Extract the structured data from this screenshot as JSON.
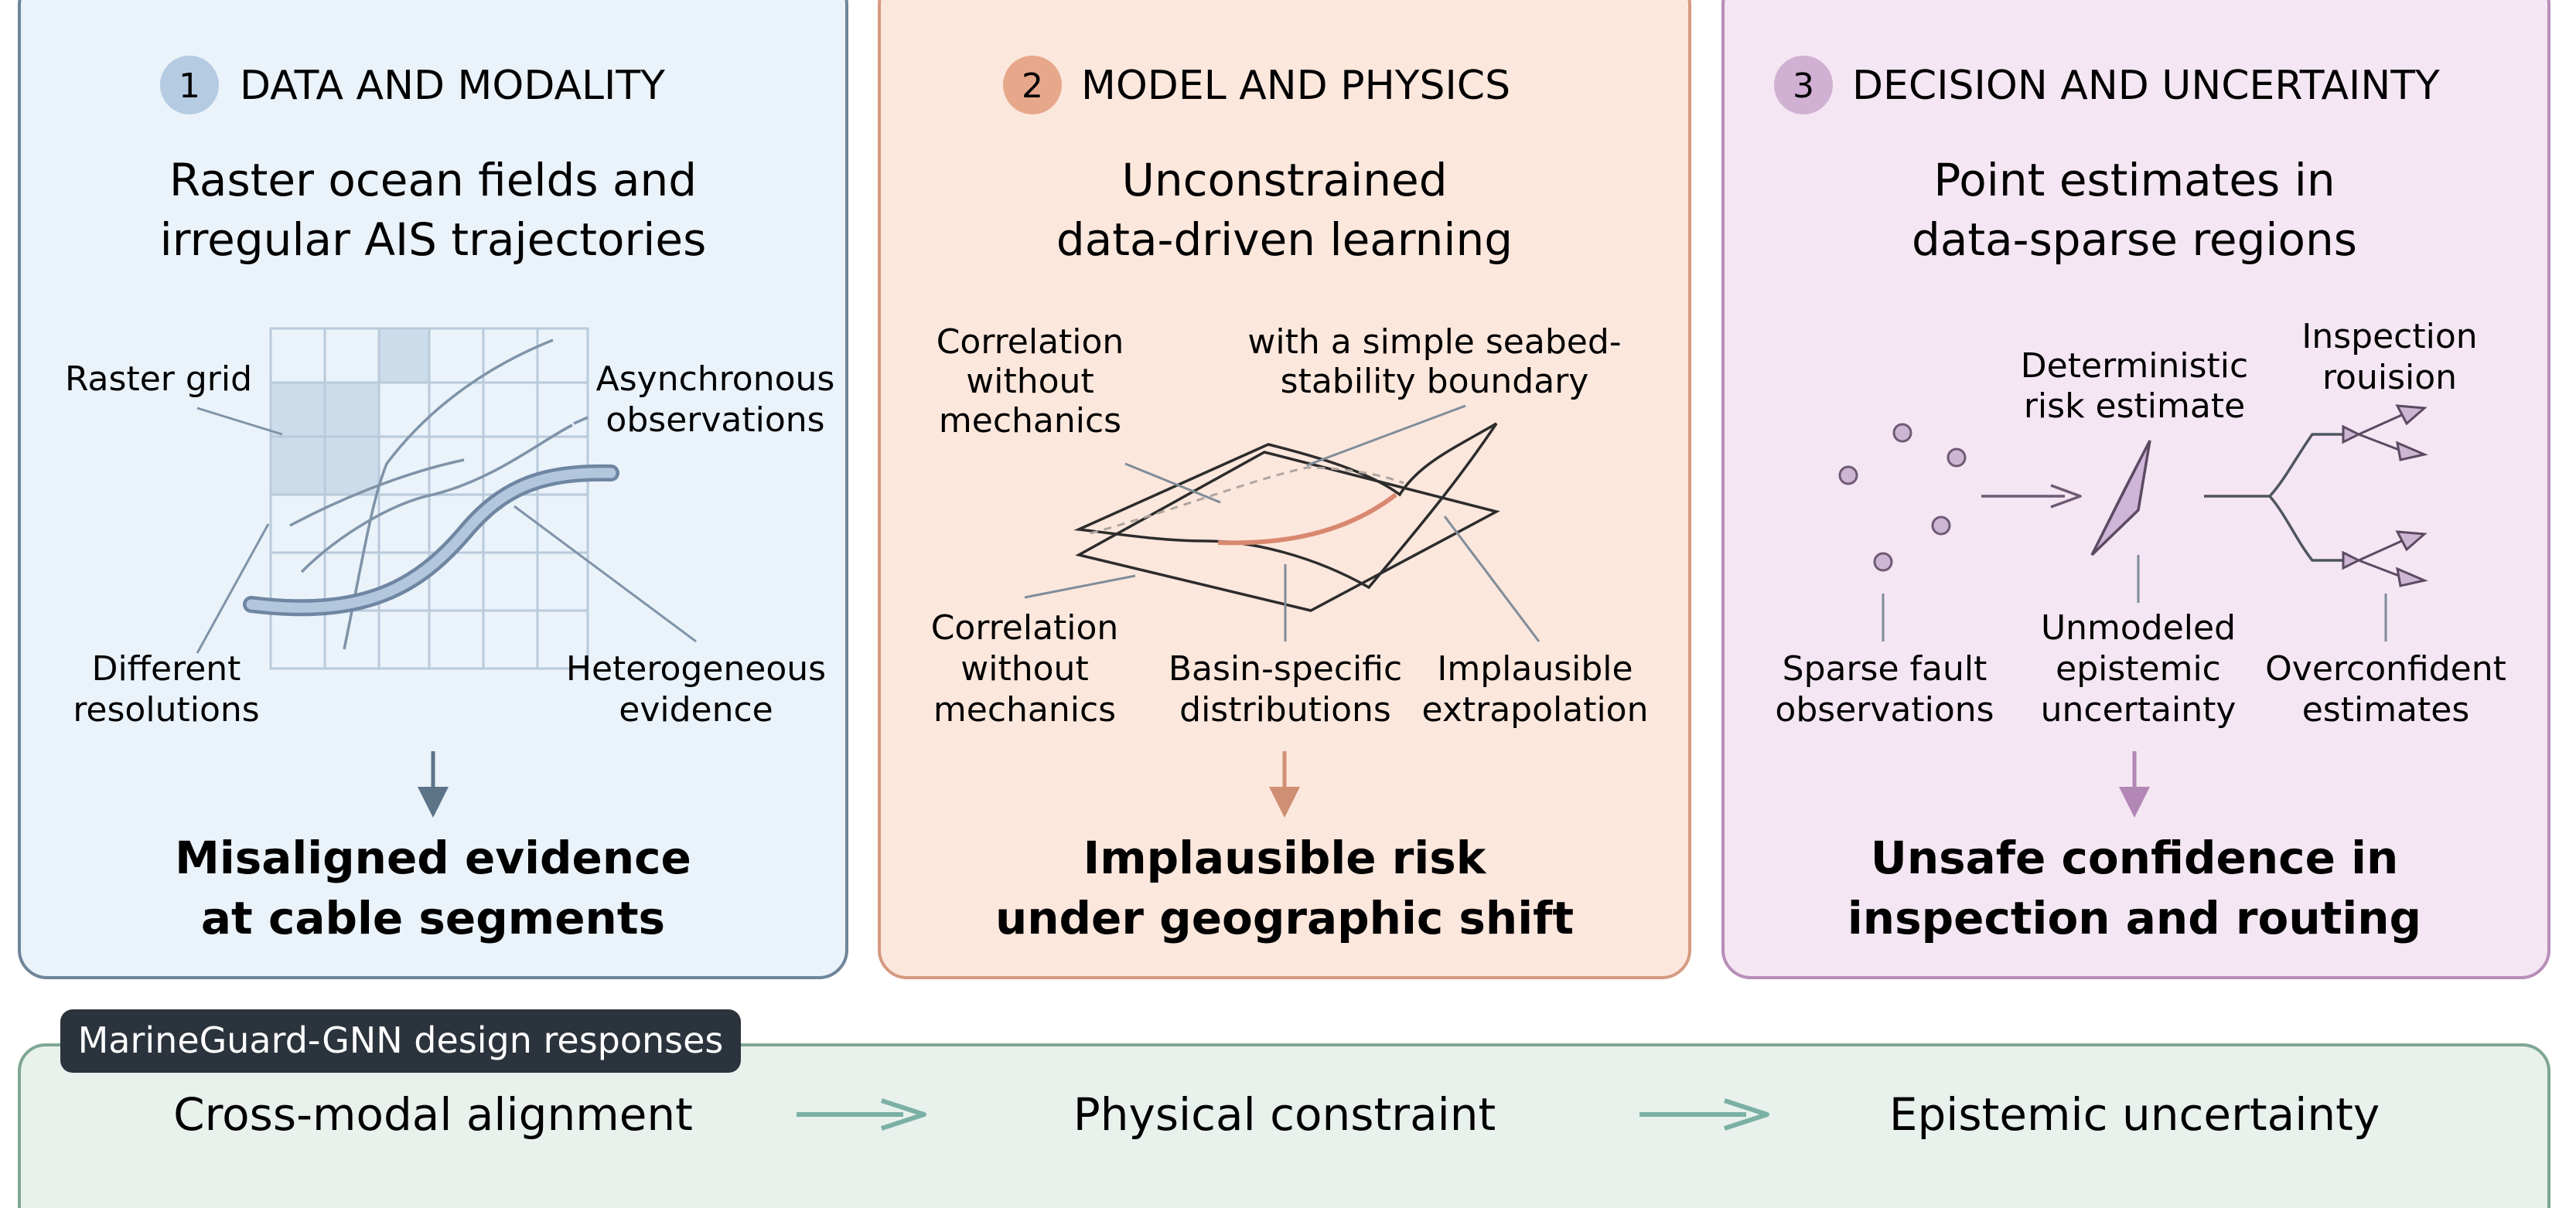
{
  "panels": [
    {
      "number": "1",
      "heading": "DATA AND MODALITY",
      "subtitle": [
        "Raster ocean fields and",
        "irregular AIS trajectories"
      ],
      "labels": {
        "raster_grid": "Raster grid",
        "asynchronous": [
          "Asynchronous",
          "observations"
        ],
        "different_resolutions": [
          "Different",
          "resolutions"
        ],
        "heterogeneous": [
          "Heterogeneous",
          "evidence"
        ]
      },
      "outcome": [
        "Misaligned evidence",
        "at cable segments"
      ],
      "colors": {
        "fill": "#eaf2fa",
        "border": "#6f8599",
        "badge": "#b4cbe2",
        "arrow": "#5d7388"
      }
    },
    {
      "number": "2",
      "heading": "MODEL AND PHYSICS",
      "subtitle": [
        "Unconstrained",
        "data-driven learning"
      ],
      "labels": {
        "correlation_top": [
          "Correlation",
          "without",
          "mechanics"
        ],
        "seabed": [
          "with a simple seabed-",
          "stability boundary"
        ],
        "correlation_bottom": [
          "Correlation",
          "without",
          "mechanics"
        ],
        "basin": [
          "Basin-specific",
          "distributions"
        ],
        "implausible": [
          "Implausible",
          "extrapolation"
        ]
      },
      "outcome": [
        "Implausible risk",
        "under geographic shift"
      ],
      "colors": {
        "fill": "#fce7dd",
        "border": "#d59a80",
        "badge": "#e6a78b",
        "arrow": "#cf8f73"
      }
    },
    {
      "number": "3",
      "heading": "DECISION AND UNCERTAINTY",
      "subtitle": [
        "Point estimates in",
        "data-sparse regions"
      ],
      "labels": {
        "deterministic": [
          "Deterministic",
          "risk estimate"
        ],
        "inspection": [
          "Inspection",
          "rouision"
        ],
        "sparse": [
          "Sparse fault",
          "observations"
        ],
        "unmodeled": [
          "Unmodeled",
          "epistemic",
          "uncertainty"
        ],
        "overconfident": [
          "Overconfident",
          "estimates"
        ]
      },
      "outcome": [
        "Unsafe confidence in",
        "inspection and routing"
      ],
      "colors": {
        "fill": "#f4e6f2",
        "border": "#b78fb7",
        "badge": "#d0b0d3",
        "arrow": "#b287b6"
      }
    }
  ],
  "responses": {
    "tag": "MarineGuard-GNN design responses",
    "items": [
      "Cross-modal alignment",
      "Physical constraint",
      "Epistemic uncertainty"
    ],
    "colors": {
      "fill": "#e8f1ec",
      "border": "#7ea694",
      "tag_fill": "#2b333d",
      "arrow": "#7bb0a5"
    }
  }
}
